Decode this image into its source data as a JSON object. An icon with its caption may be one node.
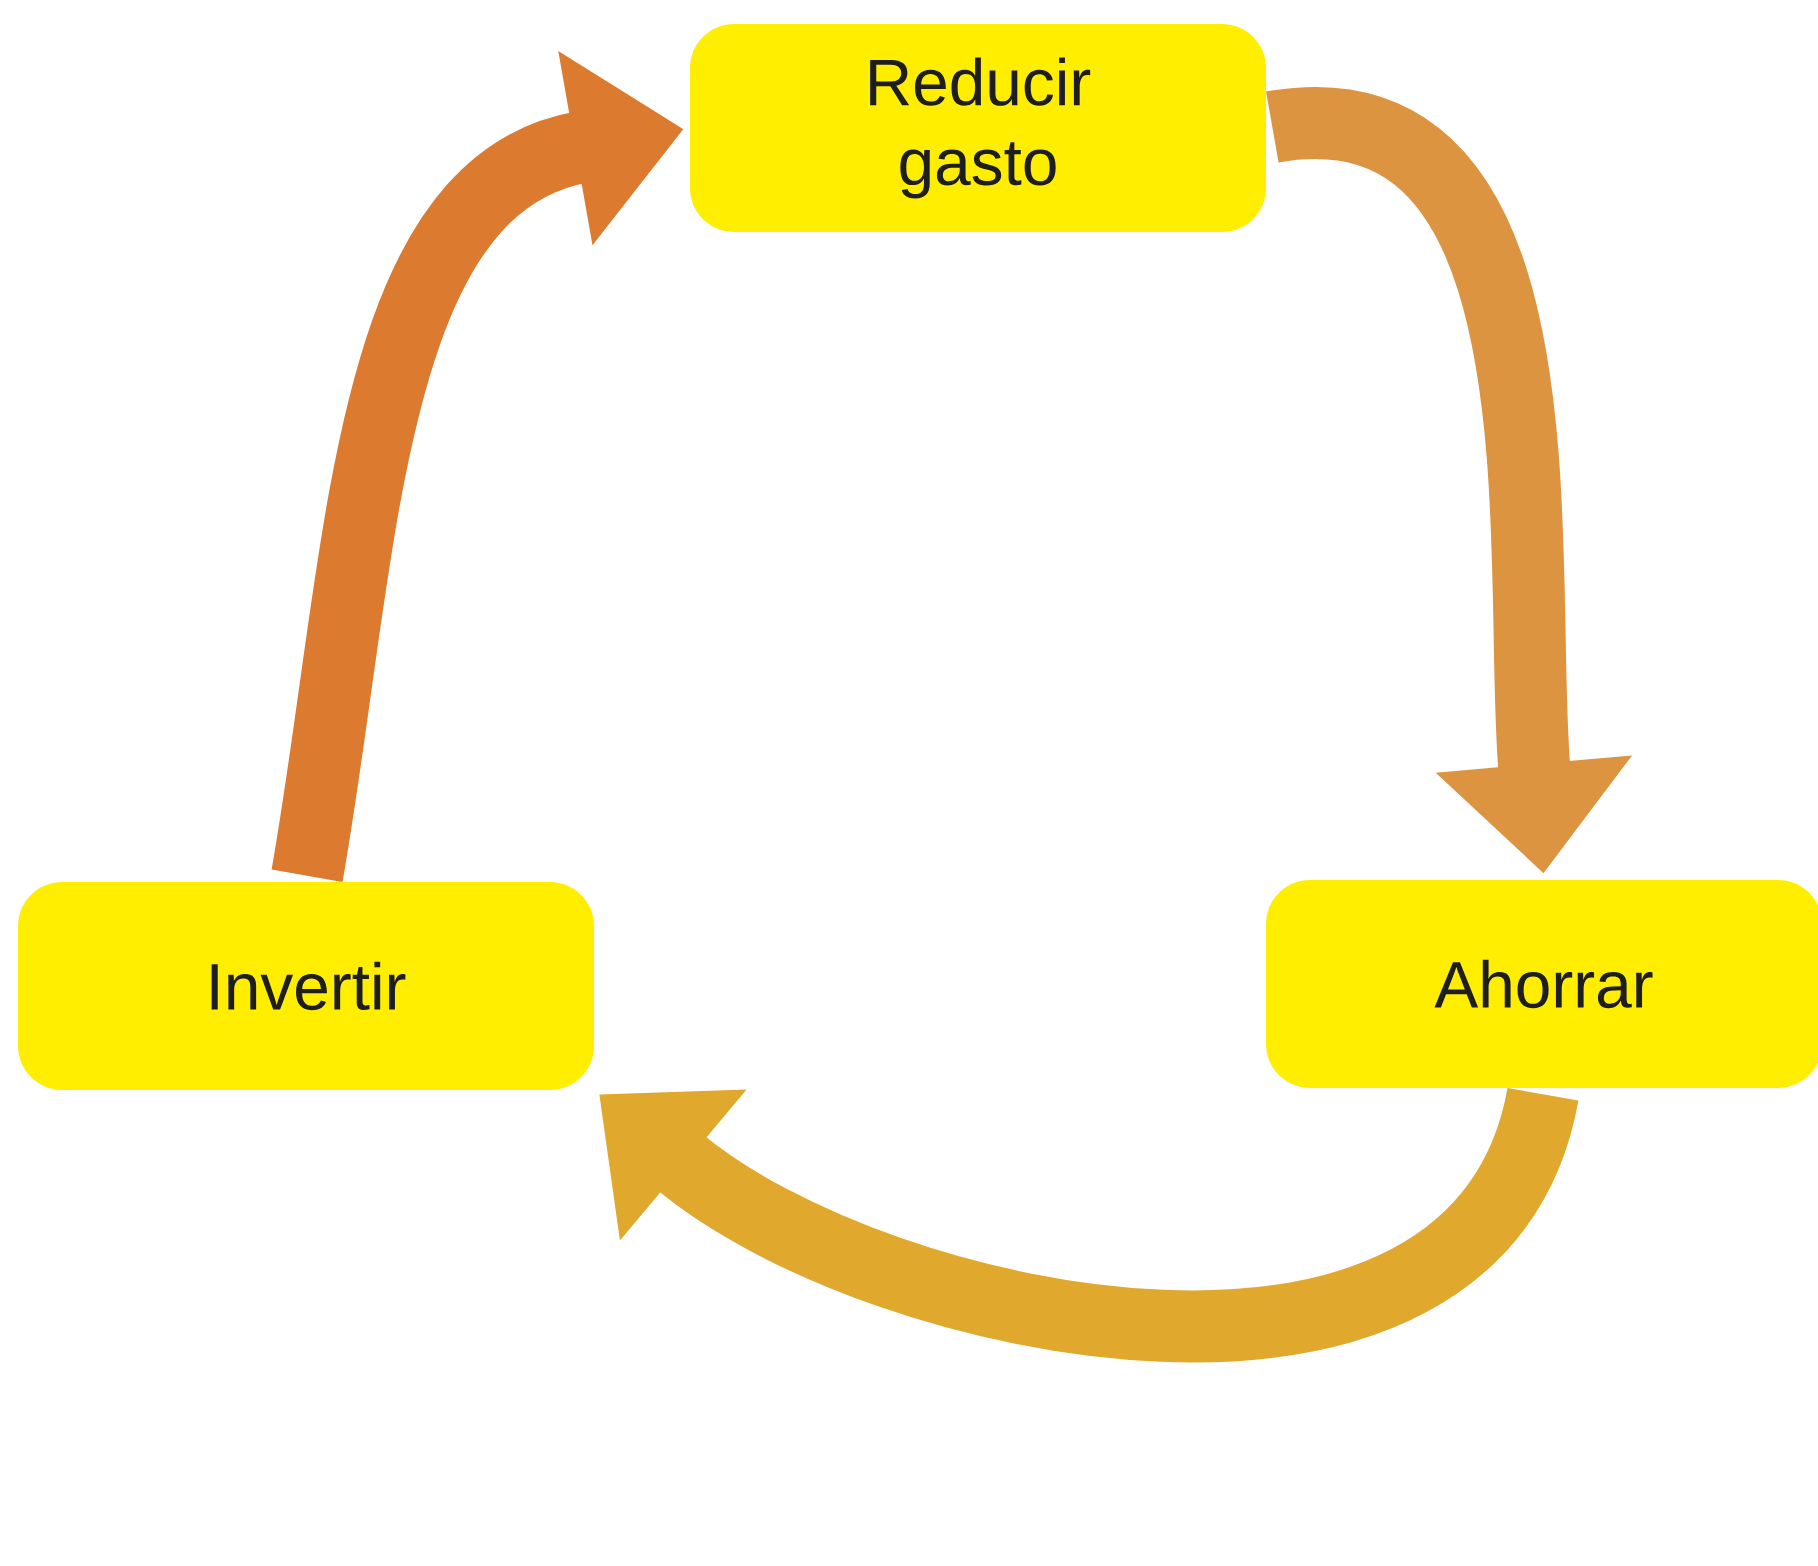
{
  "diagram": {
    "nodes": [
      {
        "text": [
          "Reducir gasto"
        ]
      },
      {
        "text": [
          "Ahorrar"
        ]
      },
      {
        "text": [
          "Invertir"
        ]
      }
    ],
    "edges": [
      {
        "from": 0,
        "to": 1,
        "arrow": "to",
        "color": "#dc9440"
      },
      {
        "from": 1,
        "to": 2,
        "arrow": "to",
        "color": "#e0a82c"
      },
      {
        "from": 2,
        "to": 0,
        "arrow": "to",
        "color": "#dc7a30"
      }
    ]
  }
}
